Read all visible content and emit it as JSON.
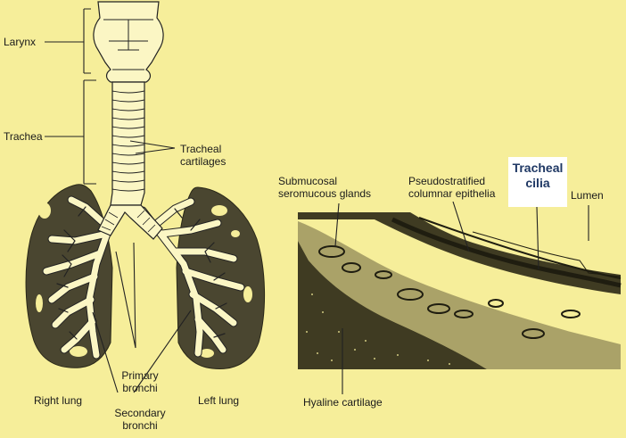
{
  "labels": {
    "larynx": "Larynx",
    "trachea": "Trachea",
    "tracheal_cartilages_1": "Tracheal",
    "tracheal_cartilages_2": "cartilages",
    "right_lung": "Right lung",
    "left_lung": "Left lung",
    "primary_bronchi_1": "Primary",
    "primary_bronchi_2": "bronchi",
    "secondary_bronchi_1": "Secondary",
    "secondary_bronchi_2": "bronchi",
    "submucosal_1": "Submucosal",
    "submucosal_2": "seromucous glands",
    "pseudostratified_1": "Pseudostratified",
    "pseudostratified_2": "columnar epithelia",
    "tracheal_cilia_1": "Tracheal",
    "tracheal_cilia_2": "cilia",
    "lumen": "Lumen",
    "hyaline_cartilage": "Hyaline cartilage"
  },
  "colors": {
    "background": "#f6ee9a",
    "lung_fill": "#4a4630",
    "airway_fill": "#fbf6c4",
    "line": "#222222",
    "callout_text": "#1f3864"
  }
}
